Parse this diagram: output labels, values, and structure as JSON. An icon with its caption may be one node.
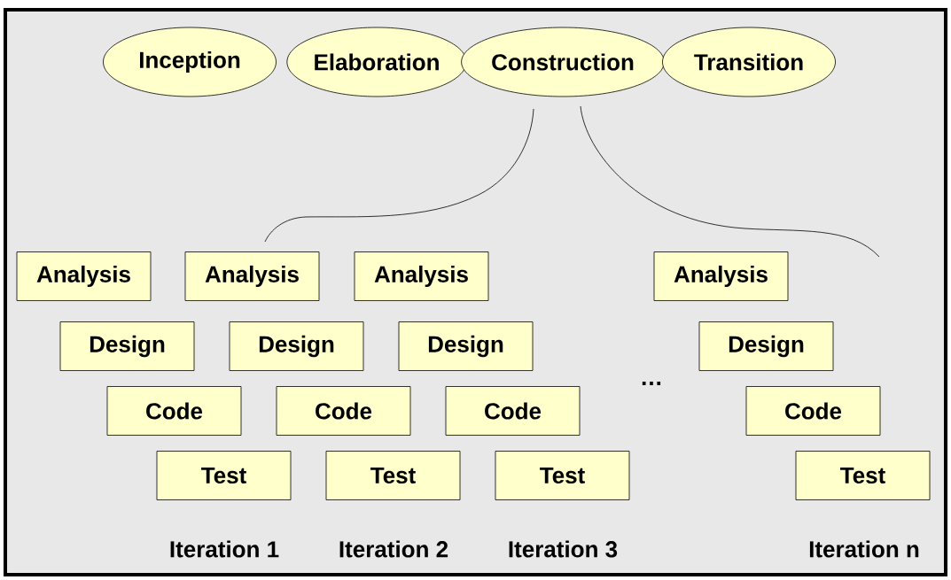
{
  "diagram": {
    "nodes": [
      {
        "text": [
          "Inception"
        ]
      },
      {
        "text": [
          "Elaboration"
        ]
      },
      {
        "text": [
          "Construction"
        ]
      },
      {
        "text": [
          "Transition"
        ]
      },
      {
        "text": [
          "Analysis"
        ]
      },
      {
        "text": [
          "Analysis"
        ]
      },
      {
        "text": [
          "Analysis"
        ]
      },
      {
        "text": [
          "Analysis"
        ]
      },
      {
        "text": [
          "Design"
        ]
      },
      {
        "text": [
          "Design"
        ]
      },
      {
        "text": [
          "Design"
        ]
      },
      {
        "text": [
          "Design"
        ]
      },
      {
        "text": [
          "Code"
        ]
      },
      {
        "text": [
          "Code"
        ]
      },
      {
        "text": [
          "Code"
        ]
      },
      {
        "text": [
          "Code"
        ]
      },
      {
        "text": [
          "Test"
        ]
      },
      {
        "text": [
          "Test"
        ]
      },
      {
        "text": [
          "Test"
        ]
      },
      {
        "text": [
          "Test"
        ]
      }
    ],
    "labels": [
      "…",
      "Iteration 1",
      "Iteration 2",
      "Iteration 3",
      "Iteration n"
    ]
  }
}
